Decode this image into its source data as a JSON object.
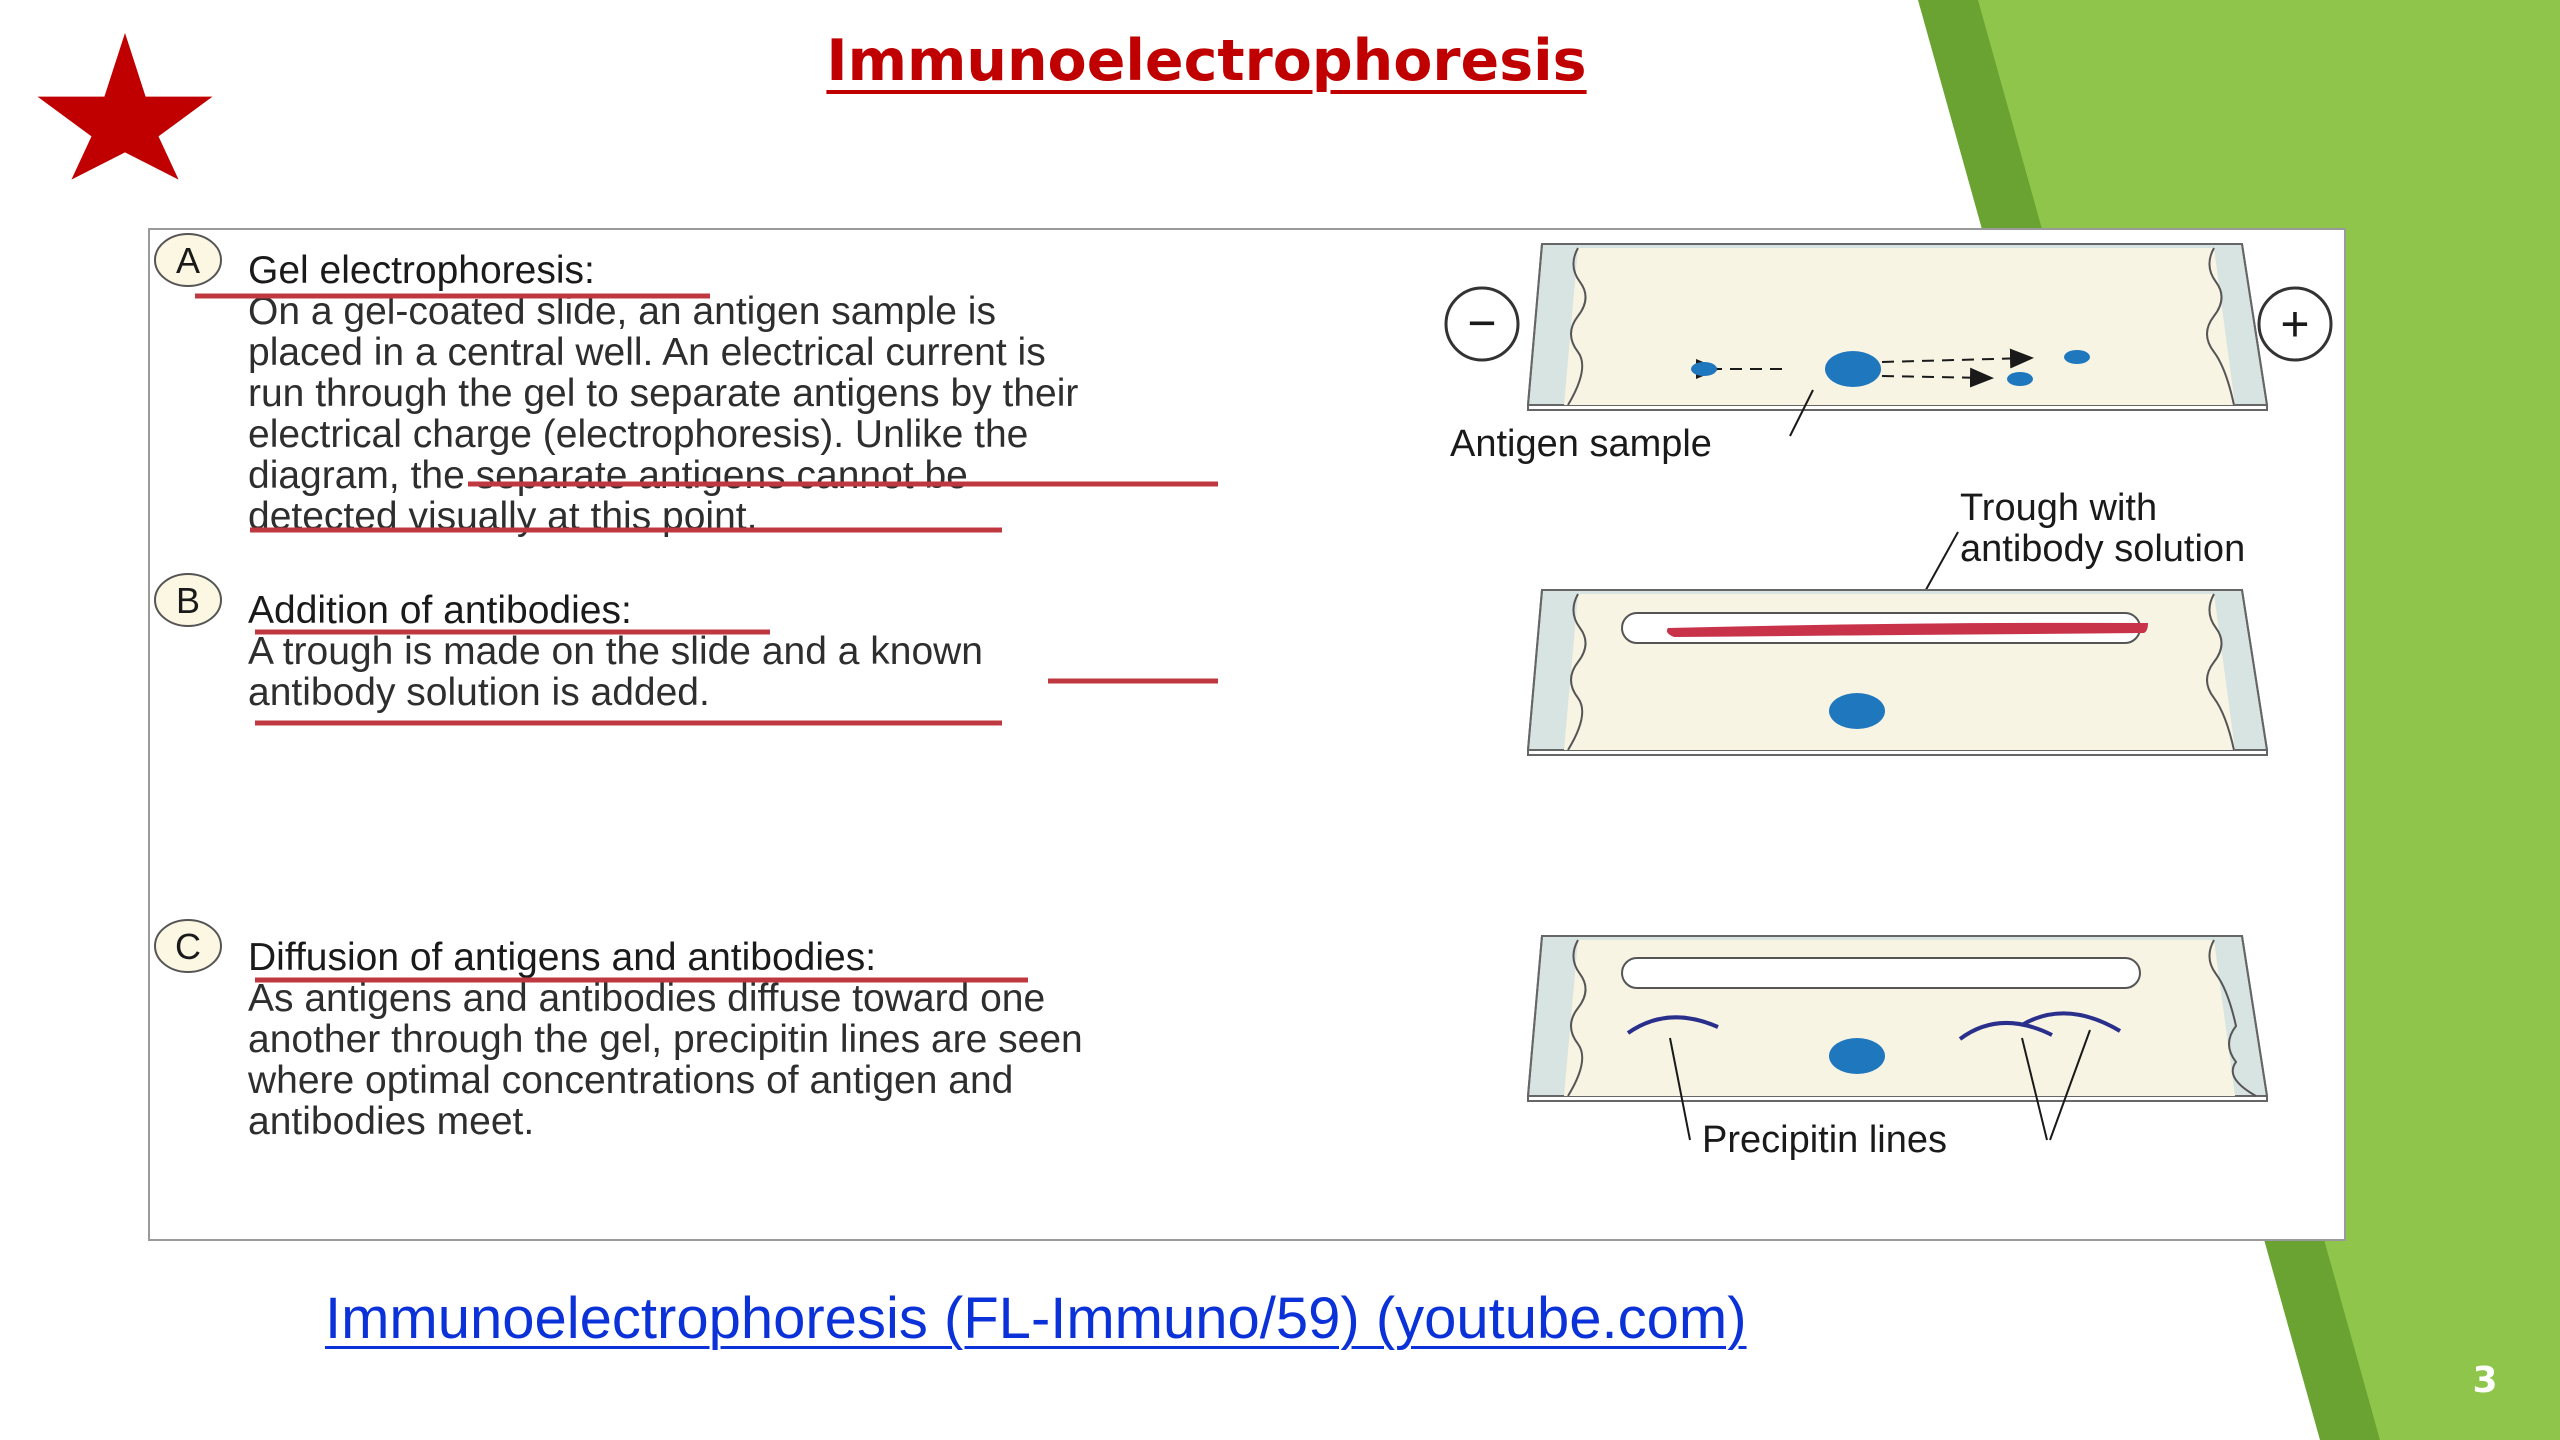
{
  "slide": {
    "title": "Immunoelectrophoresis",
    "link_text": "Immunoelectrophoresis (FL-Immuno/59) (youtube.com)",
    "page_number": "3",
    "colors": {
      "accent_green": "#7ebf3f",
      "title_red": "#c00000",
      "star_red": "#c00000",
      "link_blue": "#0b32d8"
    }
  },
  "figure": {
    "steps": [
      {
        "badge": "A",
        "heading": "Gel electrophoresis:",
        "lines": [
          "On a gel-coated slide, an antigen sample is",
          "placed in a central well. An electrical current is",
          "run through the gel to separate antigens by their",
          "electrical charge (electrophoresis). Unlike the",
          "diagram, the separate antigens cannot be",
          "detected visually at this point."
        ]
      },
      {
        "badge": "B",
        "heading": "Addition of antibodies:",
        "lines": [
          "A trough is made on the slide and a known",
          "antibody solution is added."
        ]
      },
      {
        "badge": "C",
        "heading": "Diffusion of antigens and antibodies:",
        "lines": [
          "As antigens and antibodies diffuse toward one",
          "another through the gel, precipitin lines are seen",
          "where optimal concentrations of antigen and",
          "antibodies meet."
        ]
      }
    ],
    "labels": {
      "minus": "−",
      "plus": "+",
      "antigen_sample": "Antigen sample",
      "trough_line1": "Trough with",
      "trough_line2": "antibody solution",
      "precipitin": "Precipitin lines"
    }
  }
}
